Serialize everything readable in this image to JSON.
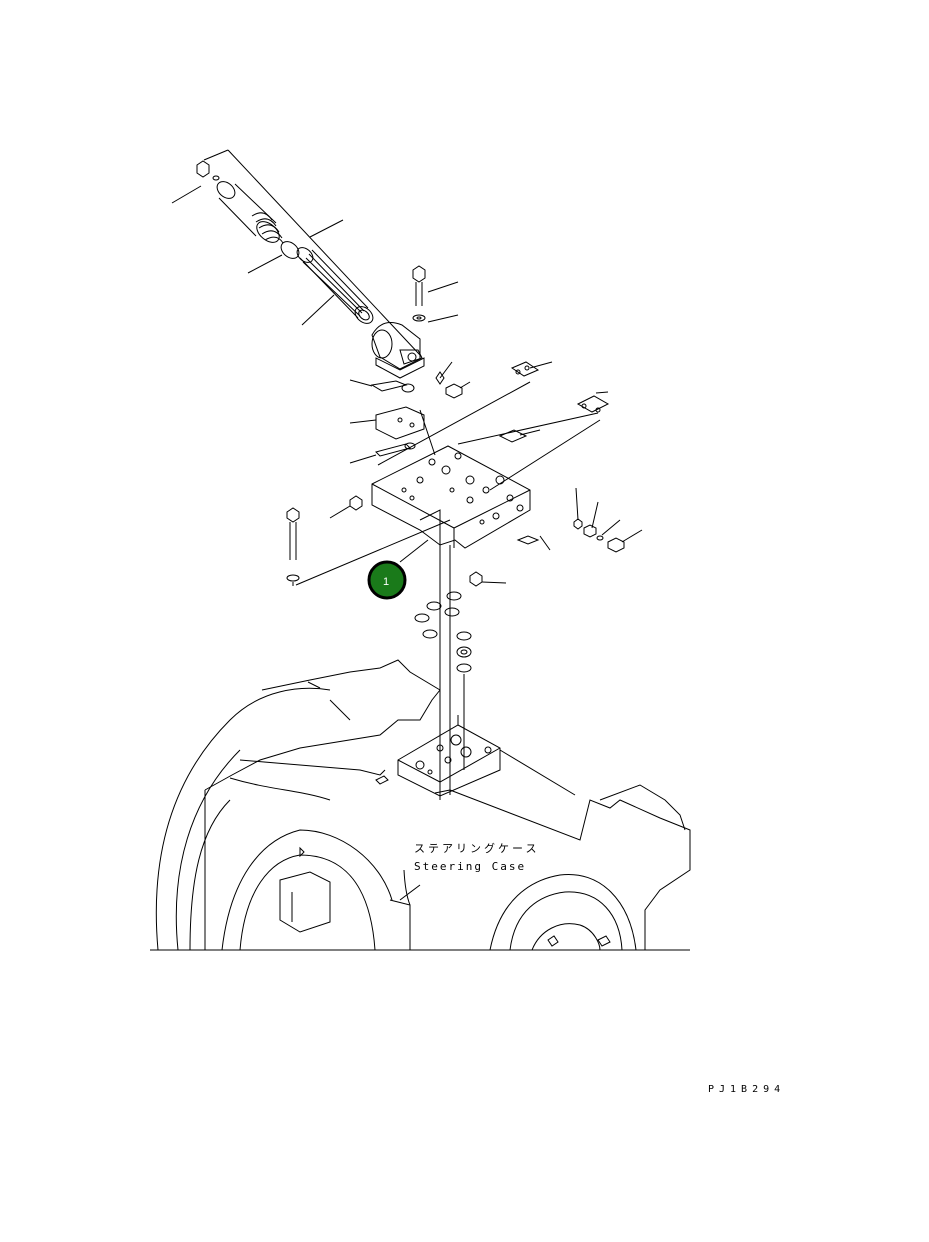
{
  "diagram": {
    "case_label_ja": "ステアリングケース",
    "case_label_en": "Steering Case",
    "drawing_code": "PJ1B294",
    "callouts": [
      {
        "number": "1",
        "color": "#1a7a1a",
        "interactive": true
      }
    ]
  }
}
